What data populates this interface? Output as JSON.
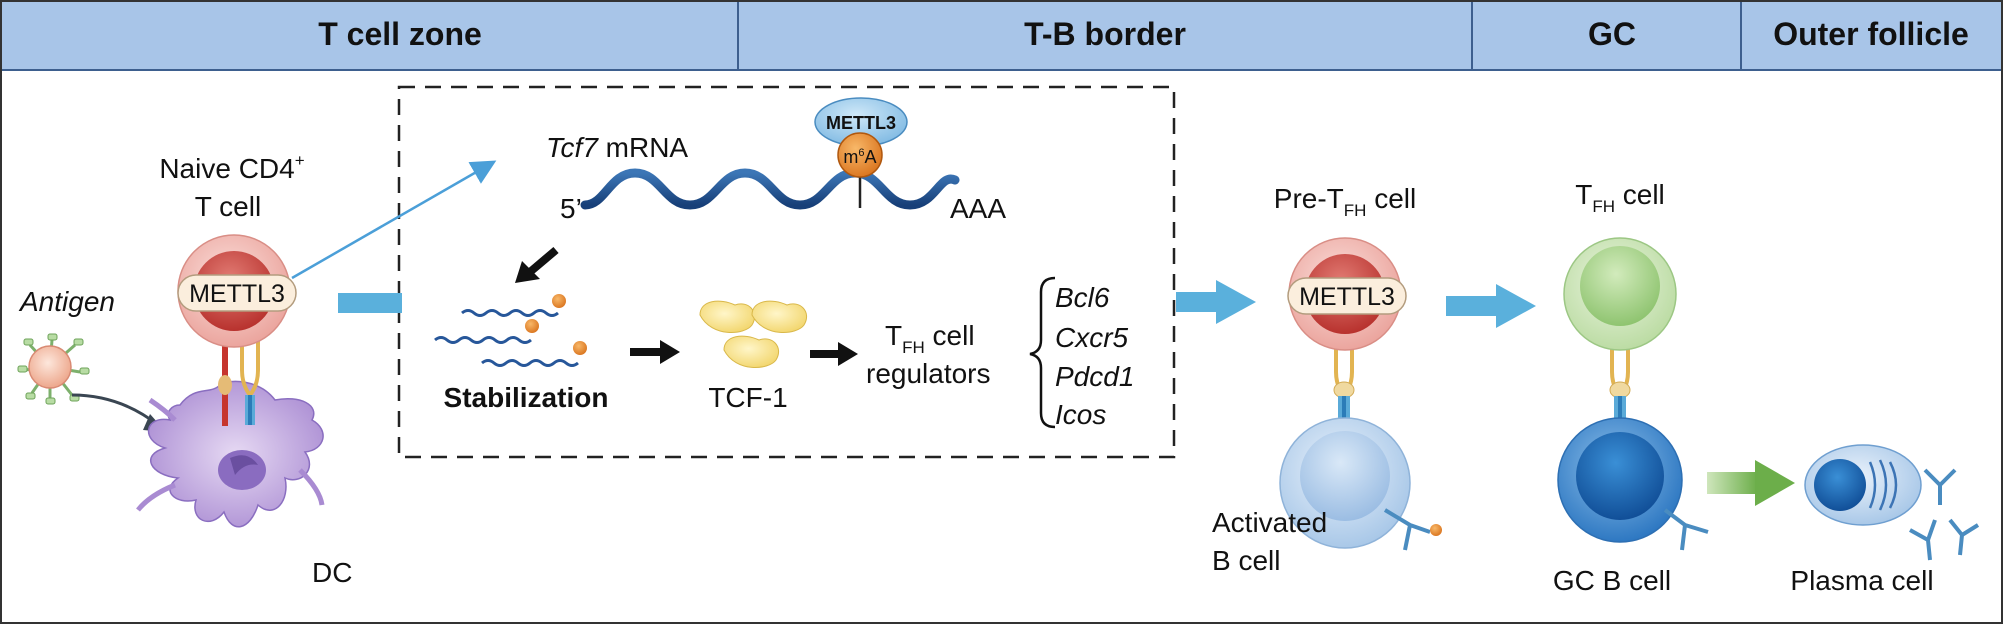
{
  "zones": {
    "t_cell_zone": "T cell zone",
    "t_b_border": "T-B border",
    "gc": "GC",
    "outer_follicle": "Outer follicle"
  },
  "left": {
    "naive_line1": "Naive CD4",
    "naive_sup": "+",
    "naive_line2": "T cell",
    "antigen": "Antigen",
    "mettl3": "METTL3",
    "dc": "DC"
  },
  "mrna": {
    "gene": "Tcf7",
    "suffix": " mRNA",
    "five_prime": "5’",
    "polya": "AAA",
    "writer": "METTL3",
    "mod_m": "m",
    "mod_sup": "6",
    "mod_a": "A"
  },
  "pathway": {
    "stabilization": "Stabilization",
    "tcf1": "TCF-1",
    "tfh_t": "T",
    "tfh_sub": "FH",
    "tfh_cell": " cell",
    "regulators": "regulators",
    "genes": [
      "Bcl6",
      "Cxcr5",
      "Pdcd1",
      "Icos"
    ]
  },
  "right": {
    "pre_prefix": "Pre-T",
    "pre_sub": "FH",
    "pre_suffix": " cell",
    "pre_mettl3": "METTL3",
    "activated_line1": "Activated",
    "activated_line2": "B cell",
    "tfh_t": "T",
    "tfh_sub": "FH",
    "tfh_suffix": " cell",
    "gc_b": "GC B cell",
    "plasma": "Plasma cell"
  }
}
